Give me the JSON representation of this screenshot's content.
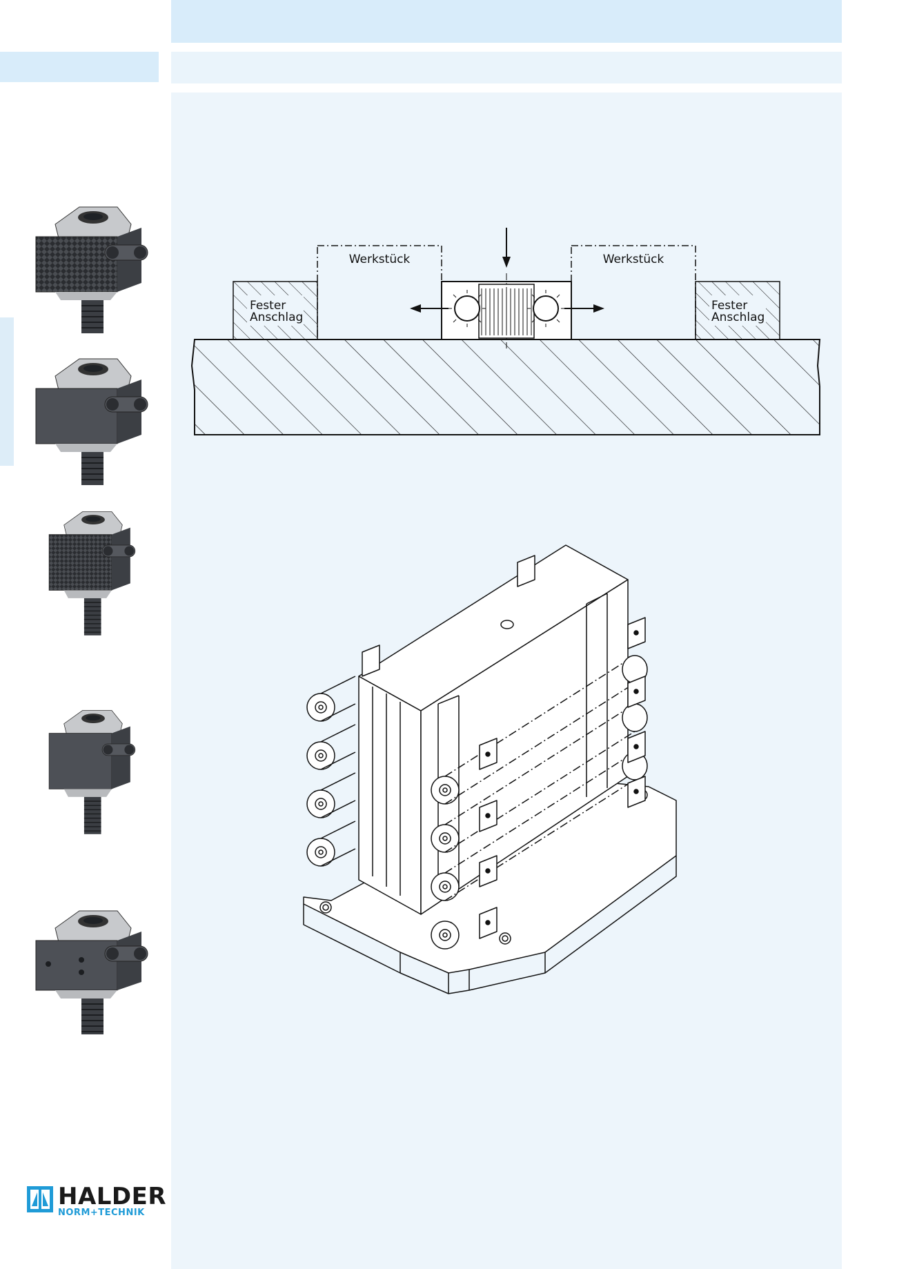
{
  "brand": {
    "name": "HALDER",
    "tagline": "NORM+TECHNIK",
    "color": "#1f9bd7"
  },
  "product_thumbnails": [
    {
      "icon": "knurled-clamp-icon"
    },
    {
      "icon": "smooth-clamp-icon"
    },
    {
      "icon": "tall-knurled-clamp-icon"
    },
    {
      "icon": "tall-smooth-clamp-icon"
    },
    {
      "icon": "drilled-clamp-icon"
    }
  ],
  "section_drawing": {
    "workpiece_left": "Werkstück",
    "workpiece_right": "Werkstück",
    "stop_left_line1": "Fester",
    "stop_left_line2": "Anschlag",
    "stop_right_line1": "Fester",
    "stop_right_line2": "Anschlag"
  },
  "colors": {
    "band": "#d8ecfa",
    "panel": "#edf5fb",
    "line": "#111111"
  }
}
